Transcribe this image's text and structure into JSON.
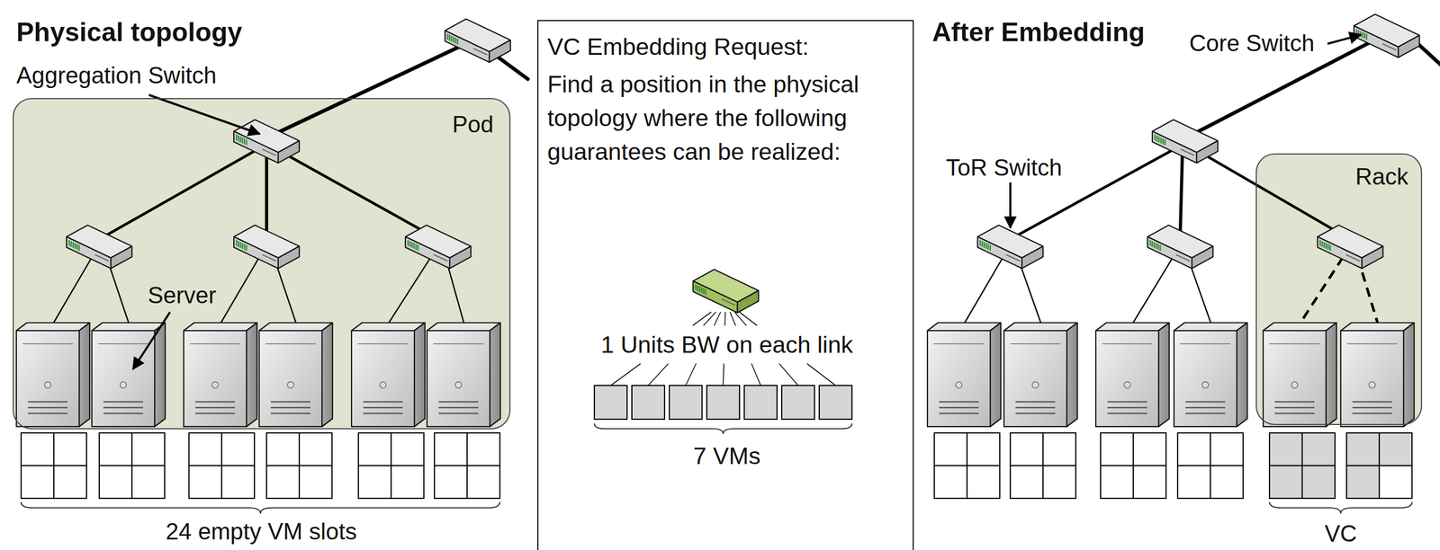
{
  "diagram": {
    "nodes": [
      {
        "text": [
          "Pod"
        ]
      },
      {
        "text": [
          "VC Embedding Request:",
          "Find a position in the physical topology where the following guarantees can be realized:",
          "1 Units BW on each link",
          "7 VMs"
        ]
      },
      {
        "text": [
          "Rack"
        ]
      }
    ],
    "labels": [
      "Physical topology",
      "Aggregation Switch",
      "Server",
      "24 empty VM slots",
      "After Embedding",
      "Core Switch",
      "ToR Switch",
      "VC"
    ]
  }
}
